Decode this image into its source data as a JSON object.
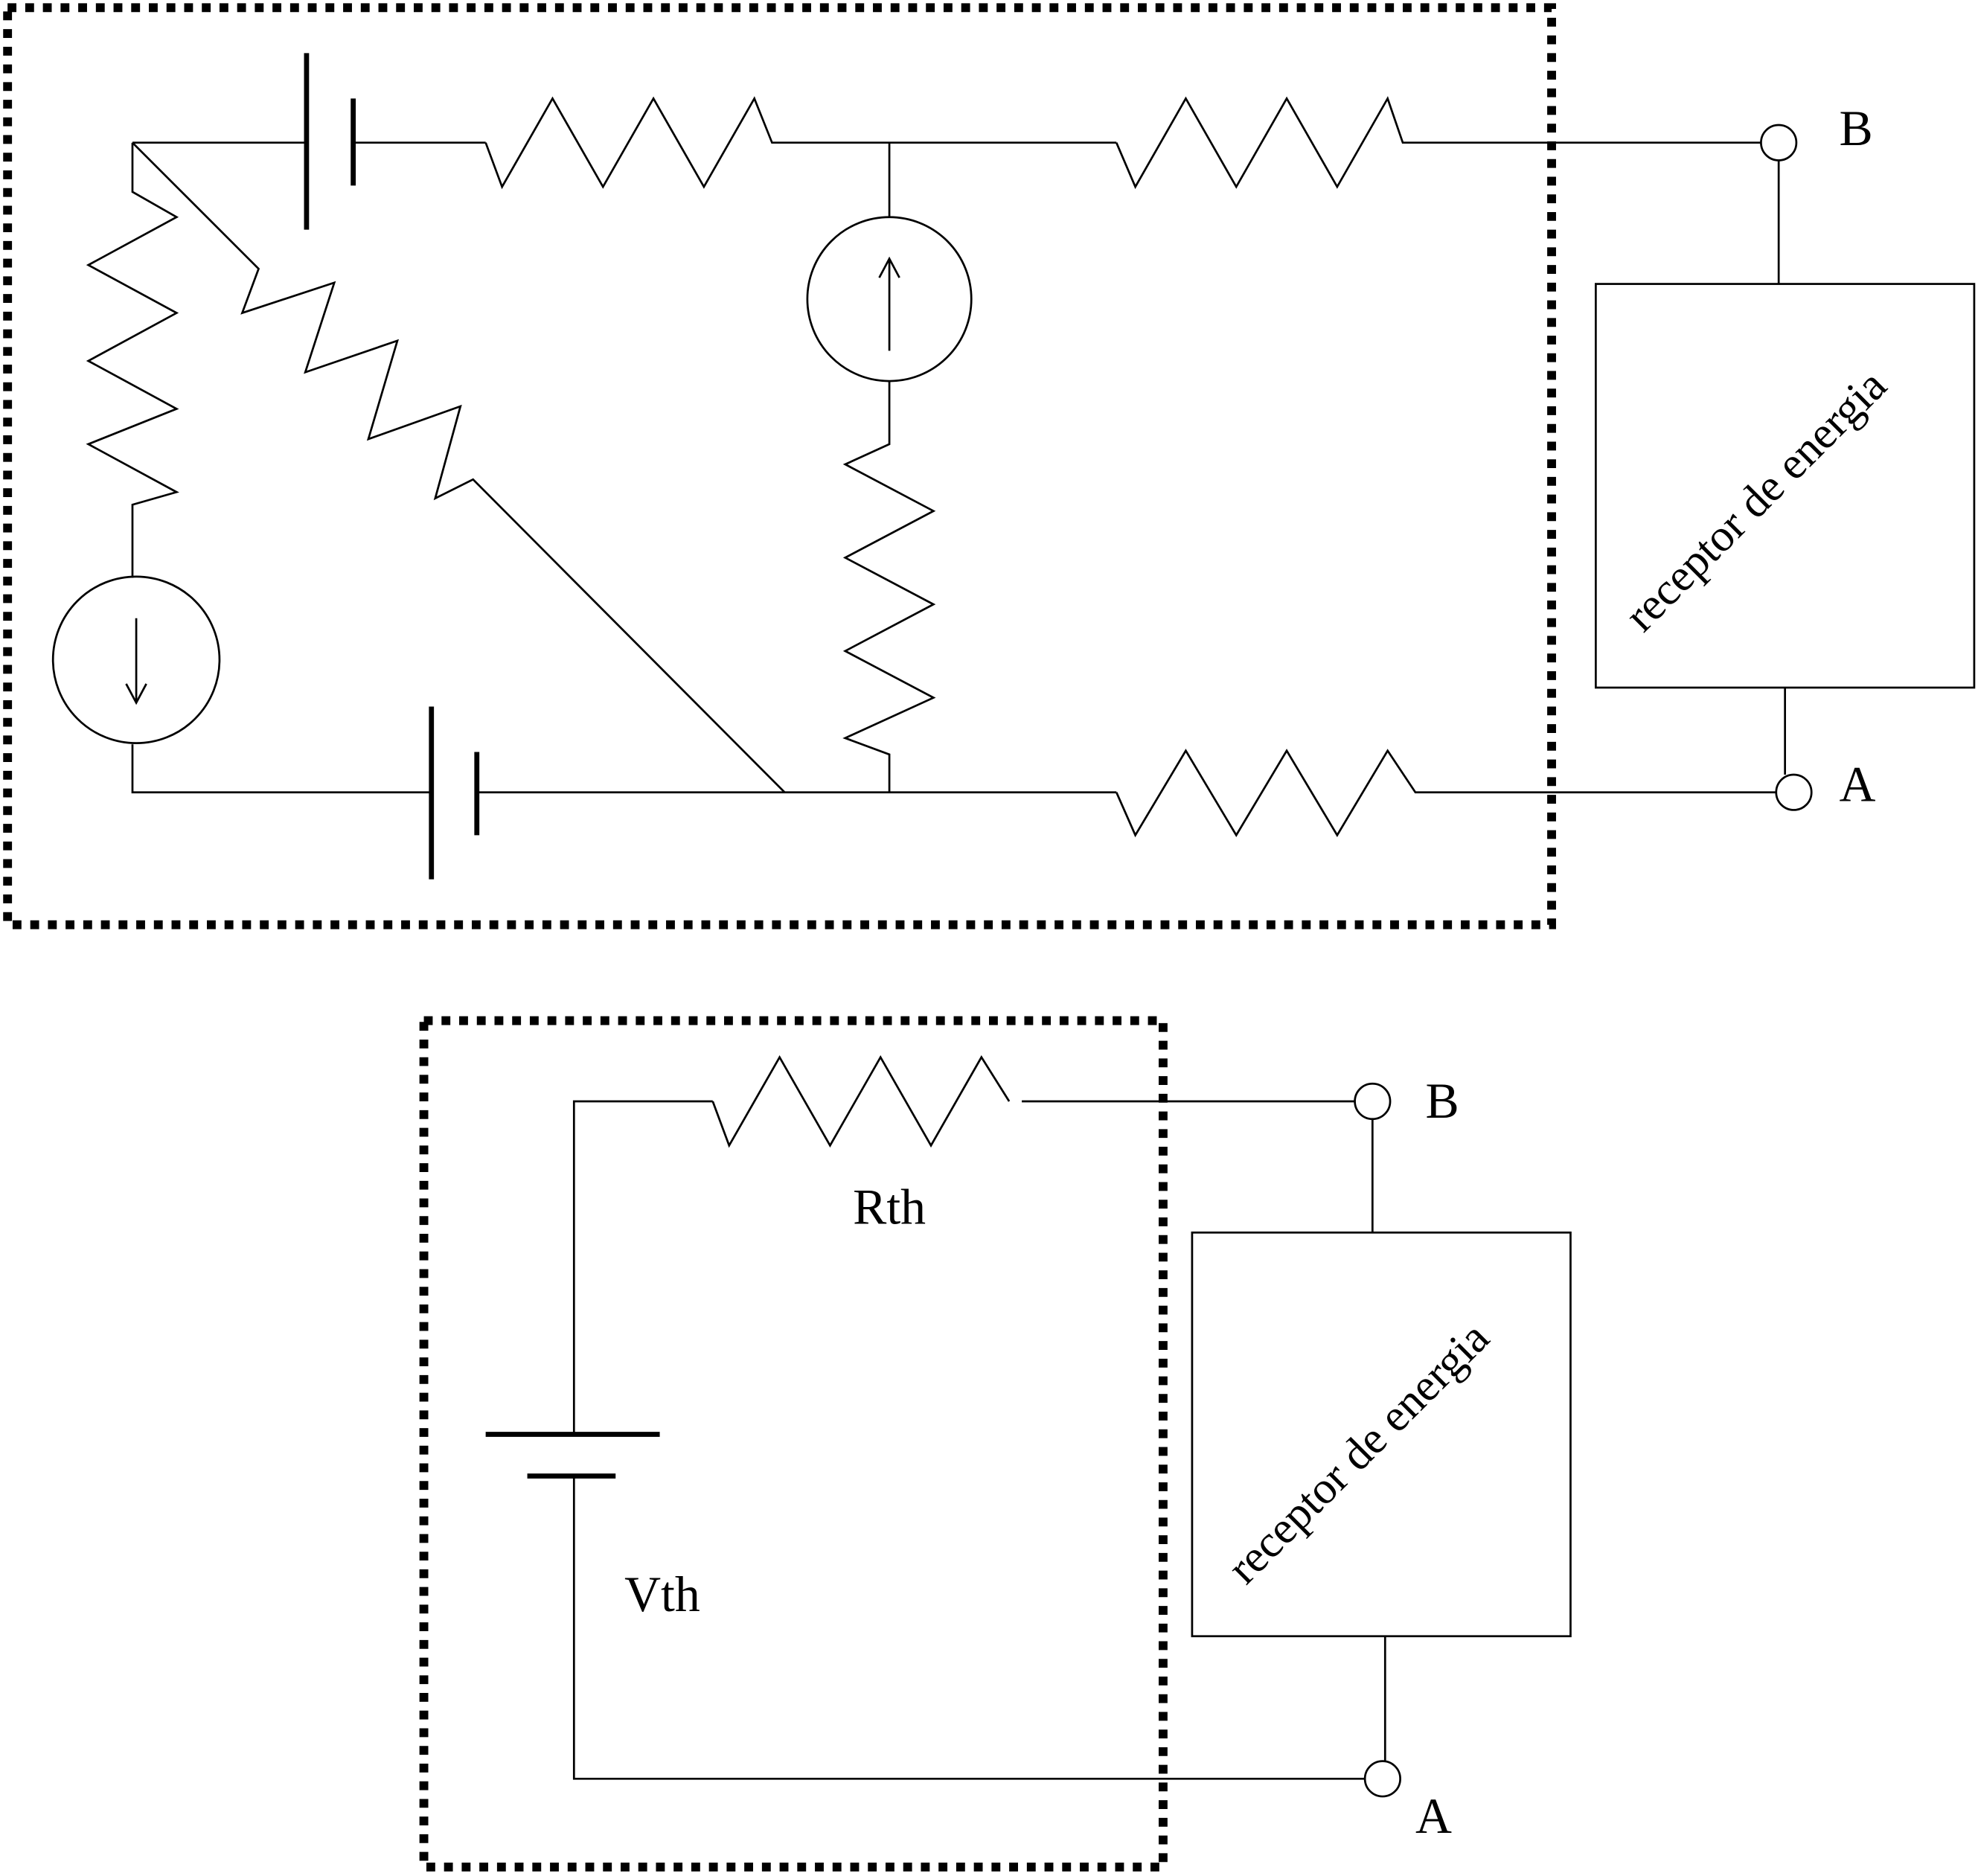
{
  "top_circuit": {
    "terminal_b": "B",
    "terminal_a": "A",
    "load_label": "receptor de energia"
  },
  "thevenin_circuit": {
    "resistor_label": "Rth",
    "source_label": "Vth",
    "terminal_b": "B",
    "terminal_a": "A",
    "load_label": "receptor de energia"
  }
}
